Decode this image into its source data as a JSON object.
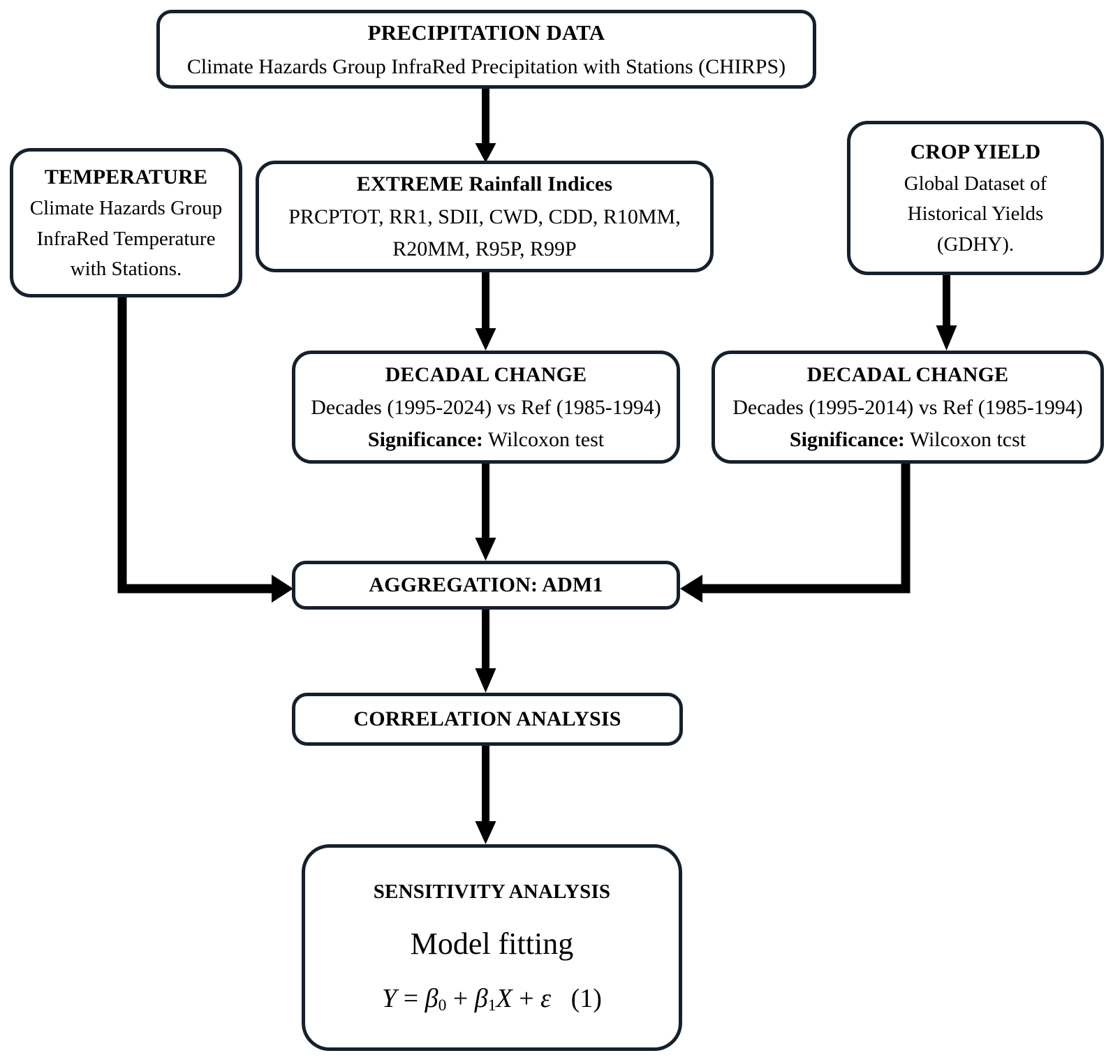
{
  "diagram": {
    "title": "Methodology flowchart for extreme rainfall indices and crop yield sensitivity analysis",
    "stroke_color": "#16202c",
    "fill_color": "#ffffff",
    "arrow_color": "#000000"
  },
  "nodes": {
    "precipitation": {
      "title": "PRECIPITATION DATA",
      "line1": "Climate Hazards Group InfraRed Precipitation with Stations (CHIRPS)"
    },
    "temperature": {
      "title": "TEMPERATURE",
      "line1": "Climate Hazards Group",
      "line2": "InfraRed Temperature",
      "line3": "with Stations."
    },
    "extreme": {
      "title": "EXTREME Rainfall Indices",
      "line1": "PRCPTOT, RR1, SDII, CWD, CDD, R10MM,",
      "line2": "R20MM, R95P, R99P"
    },
    "crop_yield": {
      "title": "CROP YIELD",
      "line1": "Global Dataset of",
      "line2": "Historical Yields",
      "line3": "(GDHY)."
    },
    "decadal_rain": {
      "title": "DECADAL CHANGE",
      "line1": "Decades (1995-2024) vs Ref (1985-1994)",
      "significance_label": "Significance:",
      "significance_value": " Wilcoxon test"
    },
    "decadal_yield": {
      "title": "DECADAL CHANGE",
      "line1": "Decades (1995-2014) vs Ref (1985-1994)",
      "significance_label": "Significance:",
      "significance_value": " Wilcoxon tcst"
    },
    "aggregation": {
      "title": "AGGREGATION: ADM1"
    },
    "correlation": {
      "title": "CORRELATION ANALYSIS"
    },
    "sensitivity": {
      "title": "SENSITIVITY ANALYSIS",
      "model": "Model fitting",
      "equation_y": "Y",
      "equation_eq": " = ",
      "equation_b0": "β",
      "equation_b0_sub": "0",
      "equation_plus1": " + ",
      "equation_b1": "β",
      "equation_b1_sub": "1",
      "equation_x": "X",
      "equation_plus2": " + ",
      "equation_eps": "ε",
      "equation_number": "(1)"
    }
  },
  "edges": [
    {
      "name": "precipitation-to-extreme",
      "from": "precipitation",
      "to": "extreme",
      "kind": "straight-down"
    },
    {
      "name": "extreme-to-decadal-rain",
      "from": "extreme",
      "to": "decadal_rain",
      "kind": "straight-down"
    },
    {
      "name": "crop-yield-to-decadal-yield",
      "from": "crop_yield",
      "to": "decadal_yield",
      "kind": "straight-down"
    },
    {
      "name": "decadal-rain-to-aggregation",
      "from": "decadal_rain",
      "to": "aggregation",
      "kind": "straight-down"
    },
    {
      "name": "temperature-to-aggregation",
      "from": "temperature",
      "to": "aggregation",
      "kind": "elbow-left"
    },
    {
      "name": "decadal-yield-to-aggregation",
      "from": "decadal_yield",
      "to": "aggregation",
      "kind": "elbow-right"
    },
    {
      "name": "aggregation-to-correlation",
      "from": "aggregation",
      "to": "correlation",
      "kind": "straight-down"
    },
    {
      "name": "correlation-to-sensitivity",
      "from": "correlation",
      "to": "sensitivity",
      "kind": "straight-down"
    }
  ]
}
